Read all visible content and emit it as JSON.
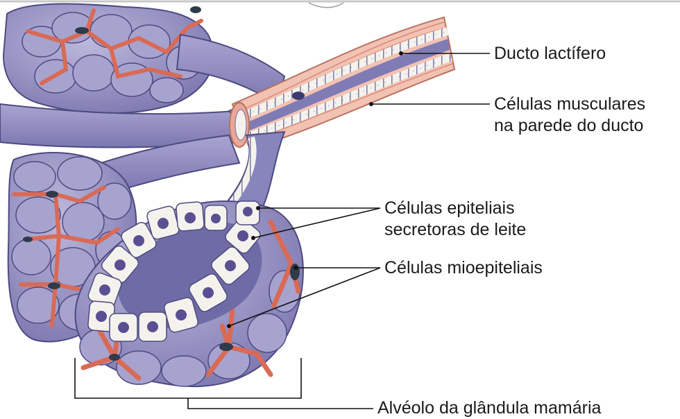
{
  "labels": {
    "ducto": "Ducto lactífero",
    "musculares_1": "Células musculares",
    "musculares_2": "na parede do ducto",
    "epiteliais_1": "Células epiteliais",
    "epiteliais_2": "secretoras de leite",
    "mioepiteliais": "Células mioepiteliais",
    "alveolo": "Alvéolo da glândula mamária"
  },
  "colors": {
    "tissue": "#9d9ac8",
    "tissue_dark": "#6f6ba6",
    "myoepithelial": "#e07a68",
    "epithelial_cell": "#f4f2ec",
    "nucleus": "#5a4f93",
    "muscle": "#f2c2b3",
    "lumen": "#7f7bb5"
  }
}
